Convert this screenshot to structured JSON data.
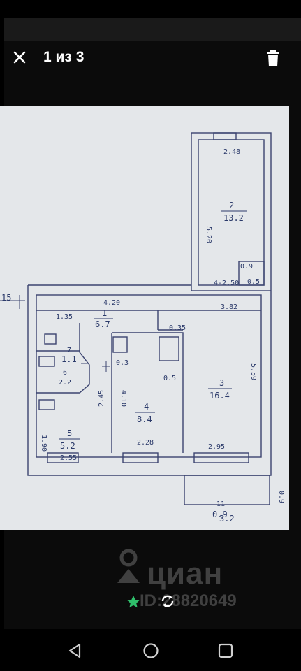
{
  "viewer": {
    "counter": "1 из 3"
  },
  "plan": {
    "rooms": {
      "r1": {
        "num": "1",
        "area": "6.7"
      },
      "r2": {
        "num": "2",
        "area": "13.2"
      },
      "r3": {
        "num": "3",
        "area": "16.4"
      },
      "r4": {
        "num": "4",
        "area": "8.4"
      },
      "r5": {
        "num": "5",
        "area": "5.2"
      },
      "r6": {
        "num": "6",
        "area": "2.2"
      },
      "r7": {
        "num": "7",
        "area": "1.1"
      },
      "r8": {
        "num": "",
        "area": "0.3"
      },
      "r9": {
        "num": "",
        "area": "0.5"
      },
      "r10": {
        "num": "",
        "area": "0.5"
      },
      "r11": {
        "num": "11",
        "area": "0.9"
      }
    },
    "dims": {
      "d_248": "2.48",
      "d_520": "5.20",
      "d_09": "0.9",
      "d_250": "4-2.50",
      "d_382": "3.82",
      "d_420": "4.20",
      "d_135": "1.35",
      "d_035": "0.35",
      "d_559": "5.59",
      "d_410": "4.10",
      "d_228": "2.28",
      "d_295": "2.95",
      "d_245": "2.45",
      "d_190": "1.90",
      "d_255": "2.55",
      "d_32": "3.2",
      "d_09b": "0.9",
      "d_15": "15"
    }
  },
  "watermark": {
    "brand": "циан",
    "id": "ID:28820649"
  },
  "icons": {
    "close": "close-icon",
    "trash": "trash-icon",
    "star": "star-icon",
    "rotate": "rotate-icon",
    "back": "back-triangle-icon",
    "home": "home-circle-icon",
    "recents": "recents-square-icon"
  },
  "colors": {
    "accent_star": "#2fbf6b",
    "ink": "#2b3a6a",
    "paper": "#e4e7ea"
  }
}
